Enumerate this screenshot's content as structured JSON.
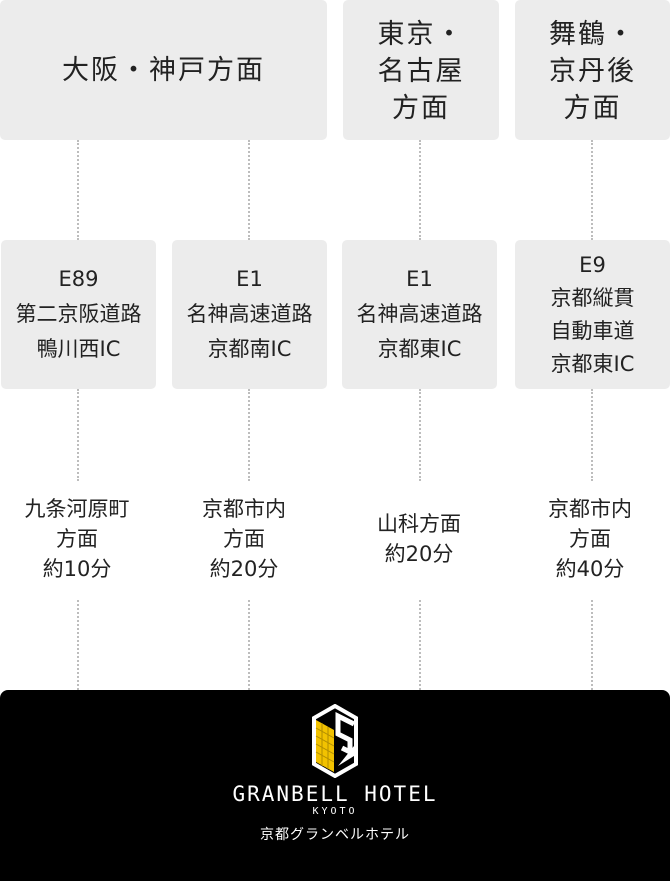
{
  "directions": [
    {
      "lines": [
        "大阪・神戸方面"
      ]
    },
    {
      "lines": [
        "東京・",
        "名古屋",
        "方面"
      ]
    },
    {
      "lines": [
        "舞鶴・",
        "京丹後",
        "方面"
      ]
    }
  ],
  "routes": [
    {
      "lines": [
        "E89",
        "第二京阪道路",
        "鴨川西IC"
      ]
    },
    {
      "lines": [
        "E1",
        "名神高速道路",
        "京都南IC"
      ]
    },
    {
      "lines": [
        "E1",
        "名神高速道路",
        "京都東IC"
      ]
    },
    {
      "lines": [
        "E9",
        "京都縦貫",
        "自動車道",
        "京都東IC"
      ]
    }
  ],
  "times": [
    {
      "lines": [
        "九条河原町",
        "方面",
        "約10分"
      ]
    },
    {
      "lines": [
        "京都市内",
        "方面",
        "約20分"
      ]
    },
    {
      "lines": [
        "山科方面",
        "約20分"
      ]
    },
    {
      "lines": [
        "京都市内",
        "方面",
        "約40分"
      ]
    }
  ],
  "hotel": {
    "name": "GRANBELL HOTEL",
    "city": "KYOTO",
    "name_ja": "京都グランベルホテル",
    "logo_letter": "G",
    "accent_color": "#f2c200"
  }
}
